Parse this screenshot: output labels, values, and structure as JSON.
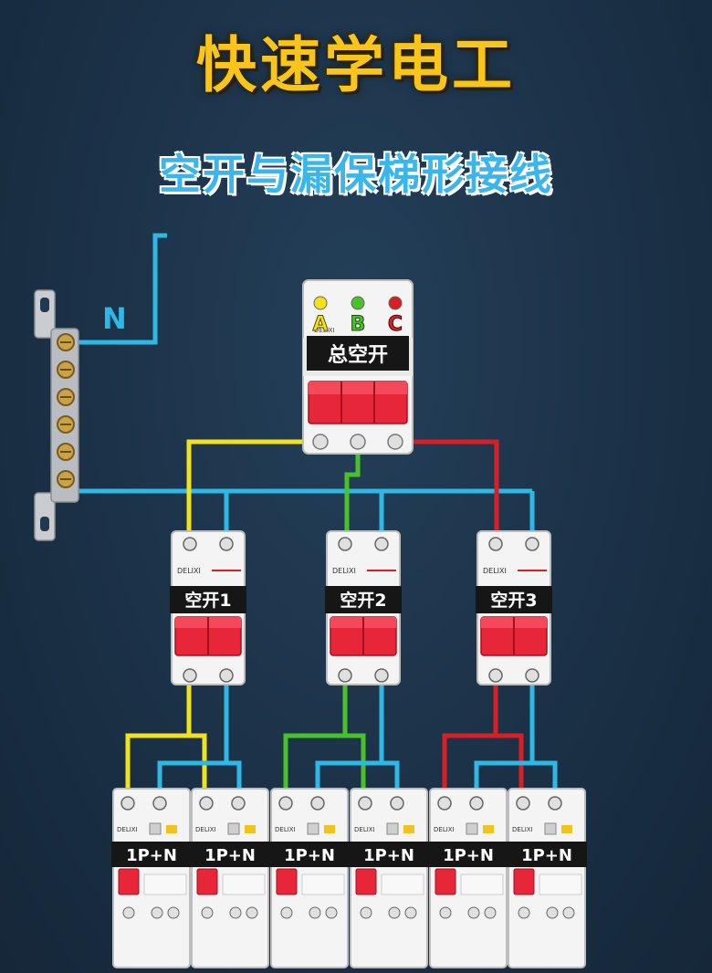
{
  "title": "快速学电工",
  "subtitle": "空开与漏保梯形接线",
  "neutral_label": "N",
  "main_breaker": {
    "label": "总空开",
    "brand": "DELIXI",
    "phases": [
      "A",
      "B",
      "C"
    ]
  },
  "branch_breakers": [
    {
      "label": "空开1",
      "brand": "DELIXI"
    },
    {
      "label": "空开2",
      "brand": "DELIXI"
    },
    {
      "label": "空开3",
      "brand": "DELIXI"
    }
  ],
  "rcbos": [
    {
      "label": "1P+N",
      "brand": "DELIXI"
    },
    {
      "label": "1P+N",
      "brand": "DELIXI"
    },
    {
      "label": "1P+N",
      "brand": "DELIXI"
    },
    {
      "label": "1P+N",
      "brand": "DELIXI"
    },
    {
      "label": "1P+N",
      "brand": "DELIXI"
    },
    {
      "label": "1P+N",
      "brand": "DELIXI"
    }
  ],
  "colors": {
    "phase_a": "#f2e21e",
    "phase_b": "#49c22a",
    "phase_c": "#d81f26",
    "neutral": "#2db8e6",
    "breaker_red": "#e8263a",
    "title": "#f8c51c",
    "subtitle": "#3ab6ea"
  }
}
